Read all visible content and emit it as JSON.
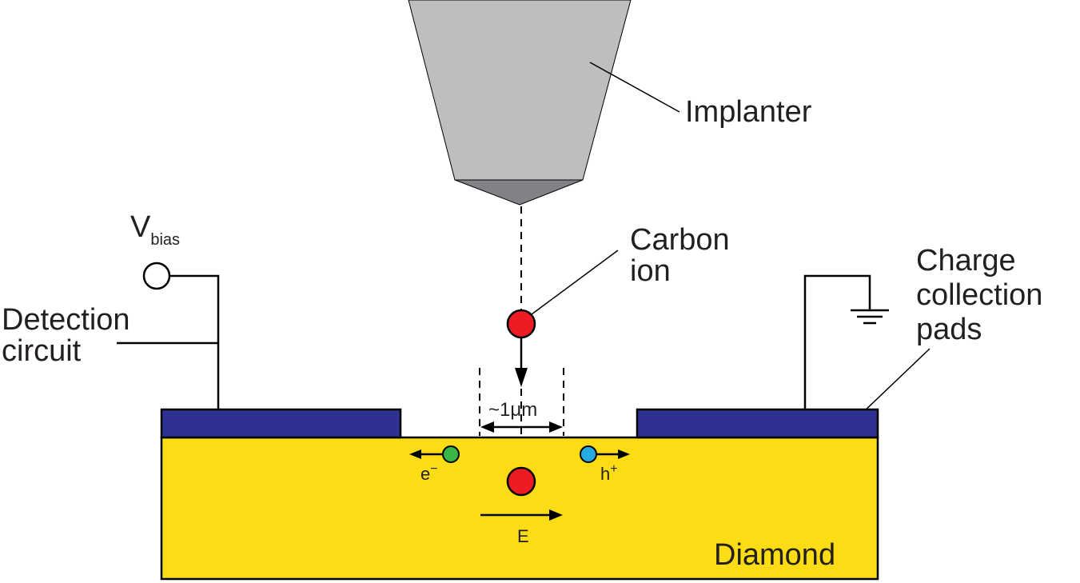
{
  "labels": {
    "implanter": "Implanter",
    "carbon_ion_line1": "Carbon",
    "carbon_ion_line2": "ion",
    "vbias_main": "V",
    "vbias_sub": "bias",
    "detection_line1": "Detection",
    "detection_line2": "circuit",
    "pads_line1": "Charge",
    "pads_line2": "collection",
    "pads_line3": "pads",
    "distance": "~1μm",
    "electron_main": "e",
    "electron_sup": "−",
    "hole_main": "h",
    "hole_sup": "+",
    "field": "E",
    "diamond": "Diamond"
  },
  "colors": {
    "diamond": "#fcdc14",
    "pads": "#2e3192",
    "implanter_body": "#bcbec0",
    "implanter_tip": "#808285",
    "ion": "#ed1c24",
    "electron": "#39b54a",
    "hole": "#27aae1",
    "lines": "#000000"
  }
}
